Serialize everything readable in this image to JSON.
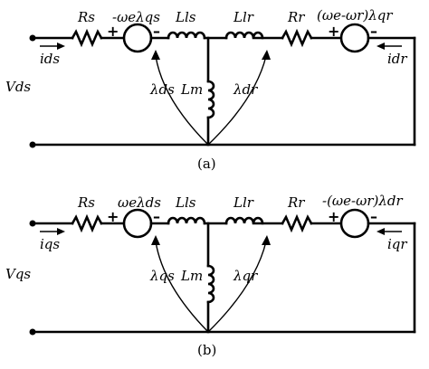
{
  "panel_a": {
    "Rs": "Rs",
    "source1": "-ωeλqs",
    "Lls": "Lls",
    "Llr": "Llr",
    "Rr": "Rr",
    "source2": "(ωe-ωr)λqr",
    "Lm": "Lm",
    "i_s": "ids",
    "i_r": "idr",
    "V": "Vds",
    "lambda_s": "λds",
    "lambda_r": "λdr",
    "caption": "(a)"
  },
  "panel_b": {
    "Rs": "Rs",
    "source1": "ωeλds",
    "Lls": "Lls",
    "Llr": "Llr",
    "Rr": "Rr",
    "source2": "-(ωe-ωr)λdr",
    "Lm": "Lm",
    "i_s": "iqs",
    "i_r": "iqr",
    "V": "Vqs",
    "lambda_s": "λqs",
    "lambda_r": "λqr",
    "caption": "(b)"
  }
}
